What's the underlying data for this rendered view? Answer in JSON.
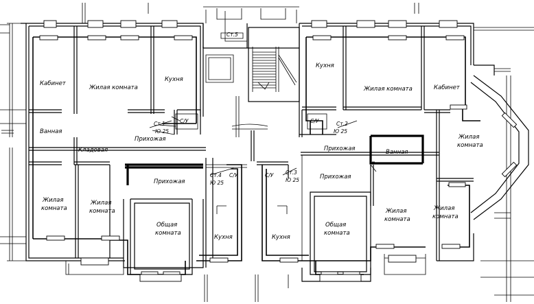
{
  "rooms": {
    "kabinet_left": "Кабинет",
    "living_top_left": "Жилая комната",
    "kitchen_top_left": "Кухня",
    "bathroom_left": "Ванная",
    "pantry": "Кладовая",
    "hall_top_left": "Прихожая",
    "living_bottom_left_1": "Жилая",
    "living_bottom_left_2": "комната",
    "living_mid_left_1": "Жилая",
    "living_mid_left_2": "комната",
    "hall_mid_left": "Прихожая",
    "common_left_1": "Общая",
    "common_left_2": "комната",
    "kitchen_bottom_left": "Кухня",
    "kitchen_top_right": "Кухня",
    "living_top_right": "Жилая комната",
    "kabinet_right": "Кабинет",
    "living_bay_1": "Жилая",
    "living_bay_2": "комната",
    "hall_right": "Прихожая",
    "bathroom_right": "Ванная",
    "hall_mid_right": "Прихожая",
    "common_right_1": "Общая",
    "common_right_2": "комната",
    "kitchen_bottom_right": "Кухня",
    "living_bottom_right_a_1": "Жилая",
    "living_bottom_right_a_2": "комната",
    "living_bottom_right_b_1": "Жилая",
    "living_bottom_right_b_2": "комната"
  },
  "risers": {
    "st5": "Ст.5",
    "st1": "Ст.1",
    "st1_d": "Ю 25",
    "st2": "Ст.2",
    "st2_d": "Ю 25",
    "st3": "Ст.3",
    "st3_d": "Ю 25",
    "st4": "Ст.4",
    "st4_d": "Ю 25",
    "su_1": "С/У",
    "su_2": "С/У",
    "su_3": "С/У",
    "su_4": "С/У"
  }
}
